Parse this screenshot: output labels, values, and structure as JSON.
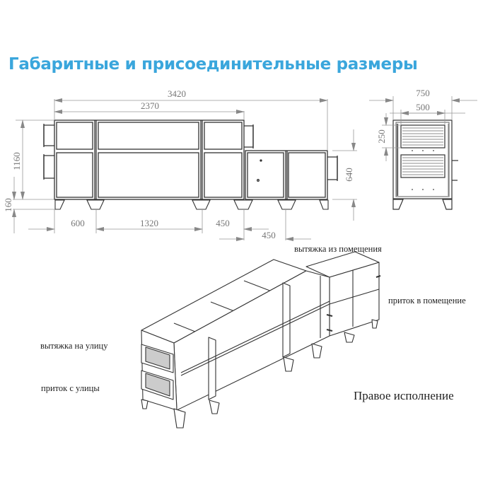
{
  "title": "Габаритные и присоединительные размеры",
  "colors": {
    "title": "#3aa6dc",
    "dimension_lines": "#999999",
    "drawing_lines": "#333333"
  },
  "front_view": {
    "dimensions": {
      "overall_length": "3420",
      "upper_length": "2370",
      "height_main": "1160",
      "leg_height": "160",
      "height_lower_section": "640",
      "section_1": "600",
      "section_2": "1320",
      "section_3": "450",
      "section_4": "450"
    }
  },
  "side_view": {
    "dimensions": {
      "width": "750",
      "inner_width": "500",
      "opening_height": "250"
    }
  },
  "isometric_view": {
    "labels": {
      "exhaust_from_room": "вытяжка из помещения",
      "supply_to_room": "приток в помещение",
      "exhaust_to_street": "вытяжка на улицу",
      "supply_from_street": "приток с улицы"
    },
    "caption": "Правое исполнение"
  }
}
